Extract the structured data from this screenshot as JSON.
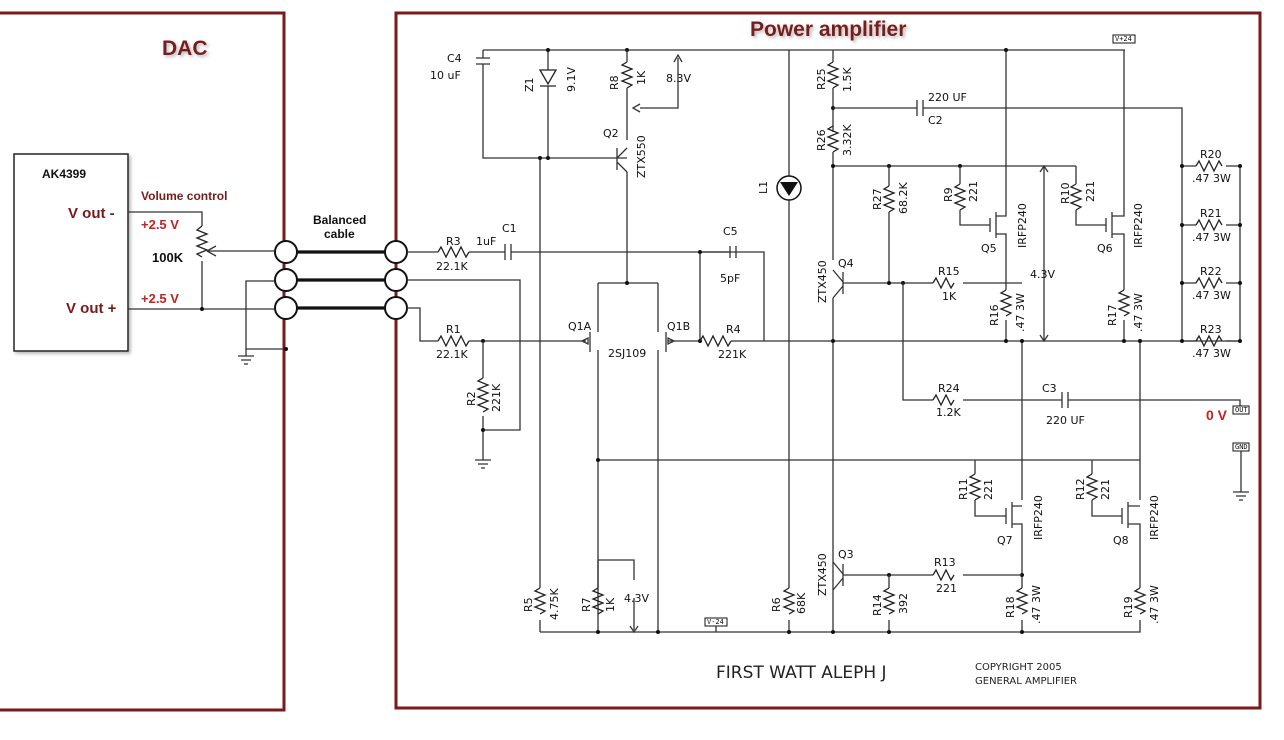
{
  "dac": {
    "title": "DAC",
    "chip": "AK4399",
    "vout_minus": "V out -",
    "vout_plus": "V out +",
    "volume_control": "Volume control",
    "v_top": "+2.5 V",
    "v_bottom": "+2.5 V",
    "pot_value": "100K",
    "balanced_cable": [
      "Balanced",
      "cable"
    ]
  },
  "amp": {
    "title": "Power amplifier",
    "labels": {
      "C4": "C4",
      "C4v": "10 uF",
      "Z1": "Z1",
      "Z1v": "9.1V",
      "R8": "R8",
      "R8v": "1K",
      "v83": "8.3V",
      "Q2": "Q2",
      "Q2v": "ZTX550",
      "R3": "R3",
      "R3v": "22.1K",
      "C1": "C1",
      "C1v": "1uF",
      "R1": "R1",
      "R1v": "22.1K",
      "R2": "R2",
      "R2v": "221K",
      "C5": "C5",
      "C5v": "5pF",
      "Q1A": "Q1A",
      "Q1B": "Q1B",
      "Q1v": "2SJ109",
      "R4": "R4",
      "R4v": "221K",
      "R5": "R5",
      "R5v": "4.75K",
      "R7": "R7",
      "R7v": "1K",
      "v43a": "4.3V",
      "Vminus": "V-24",
      "Vplus": "V+24",
      "R6": "R6",
      "R6v": "68K",
      "L1": "L1",
      "R25": "R25",
      "R25v": "1.5K",
      "C2": "C2",
      "C2v": "220 UF",
      "R26": "R26",
      "R26v": "3.32K",
      "R27": "R27",
      "R27v": "68.2K",
      "Q4": "Q4",
      "Q4v": "ZTX450",
      "R15": "R15",
      "R15v": "1K",
      "R9": "R9",
      "R9v": "221",
      "Q5": "Q5",
      "Q5v": "IRFP240",
      "R10": "R10",
      "R10v": "221",
      "Q6": "Q6",
      "Q6v": "IRFP240",
      "v43b": "4.3V",
      "R16": "R16",
      "R16v": ".47 3W",
      "R17": "R17",
      "R17v": ".47 3W",
      "R20": "R20",
      "R20v": ".47 3W",
      "R21": "R21",
      "R21v": ".47 3W",
      "R22": "R22",
      "R22v": ".47 3W",
      "R23": "R23",
      "R23v": ".47 3W",
      "R24": "R24",
      "R24v": "1.2K",
      "C3": "C3",
      "C3v": "220 UF",
      "zero_v": "0 V",
      "out": "OUT",
      "gnd": "GND",
      "R11": "R11",
      "R11v": "221",
      "Q7": "Q7",
      "Q7v": "IRFP240",
      "R12": "R12",
      "R12v": "221",
      "Q8": "Q8",
      "Q8v": "IRFP240",
      "Q3": "Q3",
      "Q3v": "ZTX450",
      "R13": "R13",
      "R13v": "221",
      "R14": "R14",
      "R14v": "392",
      "R18": "R18",
      "R18v": ".47 3W",
      "R19": "R19",
      "R19v": ".47 3W"
    },
    "footer_title": "FIRST WATT ALEPH J",
    "copyright": [
      "COPYRIGHT 2005",
      "GENERAL AMPLIFIER"
    ]
  }
}
